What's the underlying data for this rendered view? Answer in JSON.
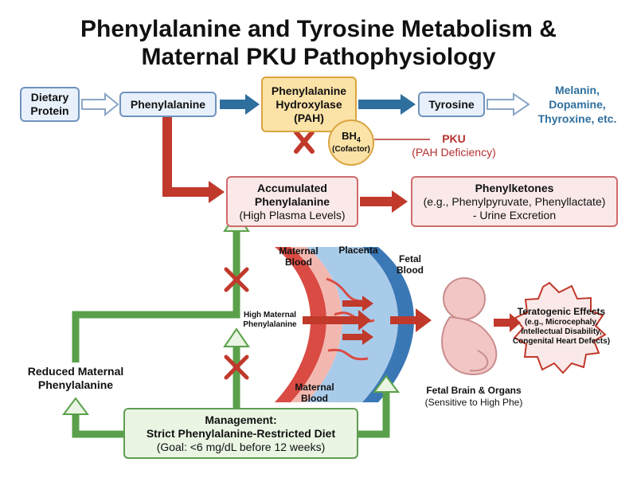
{
  "title": {
    "line1": "Phenylalanine and Tyrosine Metabolism &",
    "line2": "Maternal PKU Pathophysiology"
  },
  "top_row": {
    "dietary_protein": [
      "Dietary",
      "Protein"
    ],
    "phenylalanine": "Phenylalanine",
    "pah": [
      "Phenylalanine",
      "Hydroxylase",
      "(PAH)"
    ],
    "bh4": "BH4",
    "cofactor": "(Cofactor)",
    "tyrosine": "Tyrosine",
    "products": [
      "Melanin,",
      "Dopamine,",
      "Thyroxine, etc."
    ],
    "pku": "PKU",
    "pku_sub": "(PAH Deficiency)"
  },
  "middle_row": {
    "accumulated": [
      "Accumulated",
      "Phenylalanine"
    ],
    "accumulated_sub": "(High Plasma Levels)",
    "phenylketones": "Phenylketones",
    "phenylketones_sub1": "(e.g., Phenylpyruvate, Phenyllactate)",
    "phenylketones_sub2": "- Urine Excretion"
  },
  "placenta": {
    "maternal_blood_top": [
      "Maternal",
      "Blood"
    ],
    "placenta": "Placenta",
    "fetal_blood": [
      "Fetal",
      "Blood"
    ],
    "high_maternal": [
      "High Maternal",
      "Phenylalanine"
    ],
    "maternal_blood_bottom": [
      "Maternal",
      "Blood"
    ]
  },
  "fetus": {
    "label": "Fetal Brain & Organs",
    "sub": "(Sensitive to High Phe)"
  },
  "teratogenic": {
    "title": "Teratogenic Effects",
    "lines": [
      "(e.g., Microcephaly,",
      "Intellectual Disability,",
      "Congenital Heart Defects)"
    ]
  },
  "reduced": [
    "Reduced Maternal",
    "Phenylalanine"
  ],
  "management": {
    "title": [
      "Management:",
      "Strict Phenylalanine-Restricted Diet"
    ],
    "goal": "(Goal: <6 mg/dL before 12 weeks)"
  },
  "colors": {
    "blue_arrow": "#2f6f9e",
    "red_arrow": "#c0392b",
    "green_arrow": "#5aa04a",
    "products_text": "#2f6f9e",
    "pku_text": "#b53030"
  }
}
